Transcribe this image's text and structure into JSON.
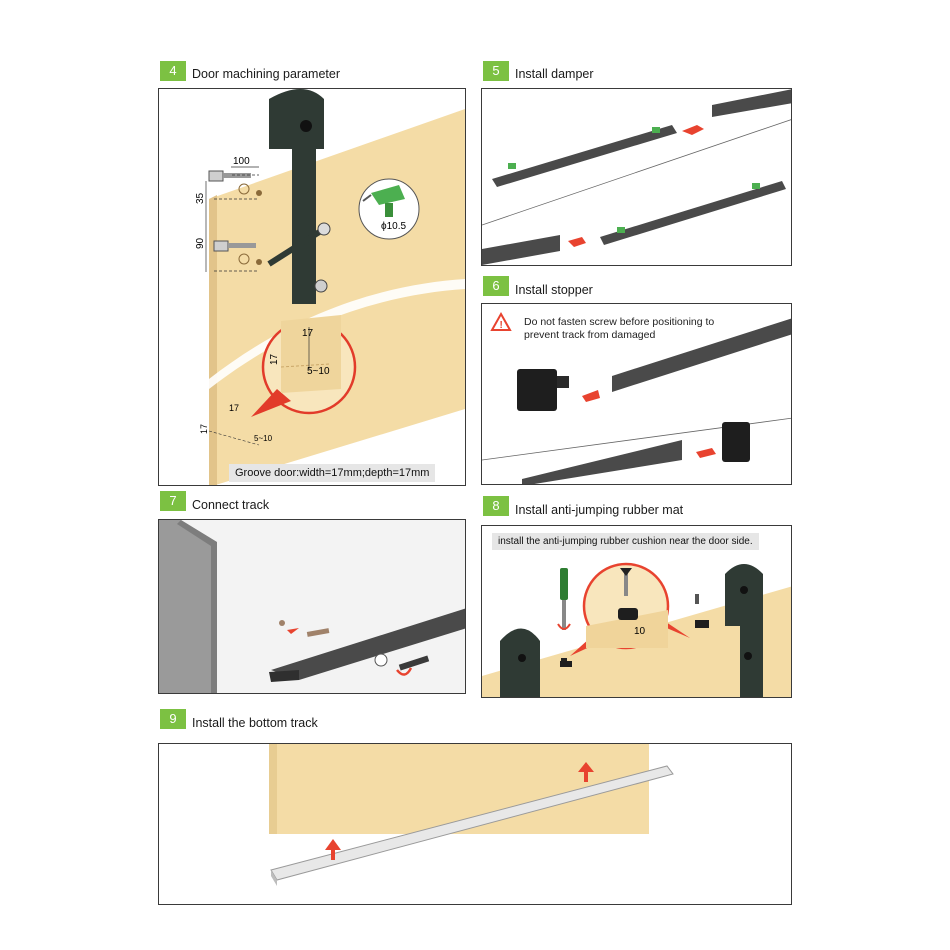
{
  "steps": {
    "s4": {
      "number": "4",
      "title": "Door machining parameter",
      "dims": {
        "d100": "100",
        "d35": "35",
        "d90": "90",
        "d17a": "17",
        "d17b": "17",
        "d510": "5~10",
        "d17c": "17",
        "d17d": "17",
        "d510b": "5~10",
        "drill": "ϕ10.5"
      },
      "caption": "Groove door:width=17mm;depth=17mm"
    },
    "s5": {
      "number": "5",
      "title": "Install damper"
    },
    "s6": {
      "number": "6",
      "title": "Install stopper",
      "warning_line1": "Do not fasten screw before positioning to",
      "warning_line2": "prevent track from damaged"
    },
    "s7": {
      "number": "7",
      "title": "Connect track"
    },
    "s8": {
      "number": "8",
      "title": "Install anti-jumping rubber mat",
      "caption": "install the anti-jumping rubber cushion near the door side.",
      "dim": "10"
    },
    "s9": {
      "number": "9",
      "title": "Install the bottom track"
    }
  },
  "colors": {
    "accent_green": "#7cc142",
    "wood": "#f4dca6",
    "track": "#4a4a4a",
    "hardware": "#2f3a34",
    "arrow_red": "#e8432f",
    "wall_gray": "#9a9a9a"
  }
}
